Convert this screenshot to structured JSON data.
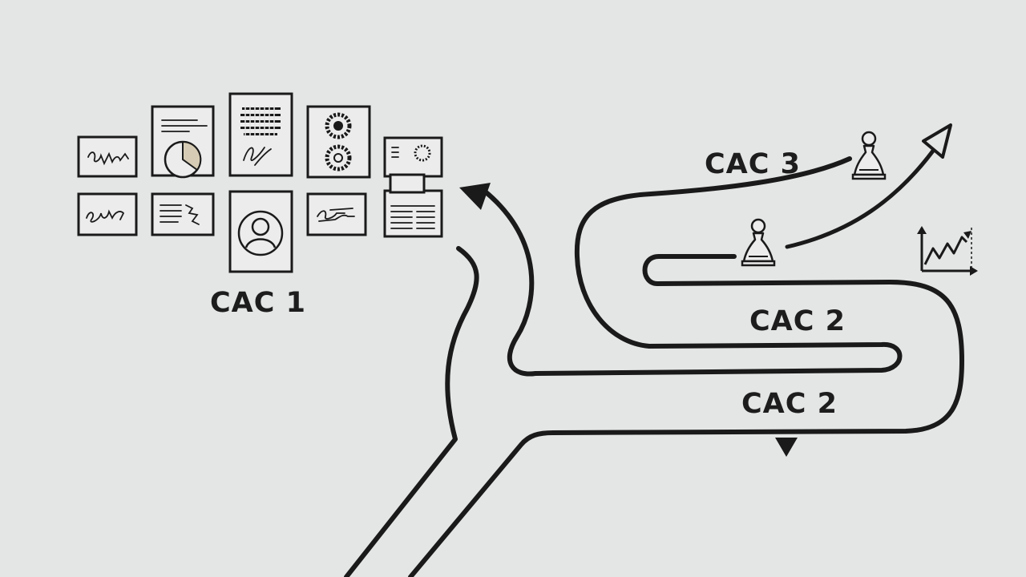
{
  "labels": {
    "cac1": "CAC 1",
    "cac2_upper": "CAC 2",
    "cac2_lower": "CAC 2",
    "cac3": "CAC 3"
  },
  "colors": {
    "background": "#e4e5e5",
    "ink": "#1a1a1a",
    "accent_fill": "#d6ccb5"
  },
  "icons": {
    "gallery": [
      "scribble-text-card-icon",
      "pie-chart-document-icon",
      "dot-grid-document-icon",
      "mandala-document-icon",
      "media-panel-icon",
      "signature-card-icon",
      "chart-card-icon",
      "user-portrait-icon",
      "scribble-card-icon",
      "newspaper-icon"
    ],
    "markers": [
      "chess-pawn-icon",
      "chess-pawn-icon",
      "growth-chart-icon"
    ]
  }
}
